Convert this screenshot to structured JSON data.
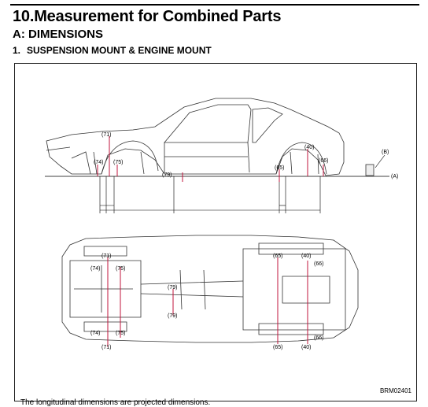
{
  "section": {
    "title": "10.Measurement for Combined Parts",
    "subtitle": "A:  DIMENSIONS",
    "item_number": "1.",
    "item_title": "SUSPENSION MOUNT & ENGINE MOUNT"
  },
  "figure": {
    "figure_id": "BRM02401",
    "reference_labels": {
      "a": "(A)",
      "b": "(B)"
    },
    "side_view_points": [
      "(71)",
      "(74)",
      "(75)",
      "(79)",
      "(65)",
      "(40)",
      "(66)"
    ],
    "top_view_points_upper": [
      "(71)",
      "(74)",
      "(75)",
      "(79)",
      "(65)",
      "(40)",
      "(66)"
    ],
    "top_view_points_lower": [
      "(74)",
      "(71)",
      "(75)",
      "(79)",
      "(65)",
      "(40)",
      "(66)"
    ]
  },
  "caption": "The longitudinal dimensions are projected dimensions."
}
